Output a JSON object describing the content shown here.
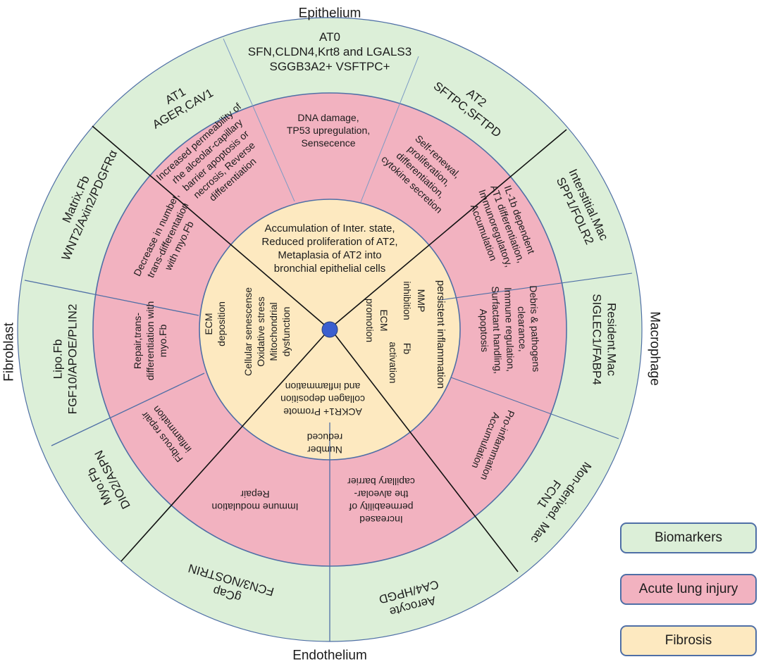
{
  "colors": {
    "biomarkers": "#dcefd8",
    "acute": "#f2b2c0",
    "fibrosis": "#fde9c0",
    "outline": "#4f6fa6",
    "center_dot": "#3b5fcf"
  },
  "groups": {
    "epithelium": "Epithelium",
    "macrophage": "Macrophage",
    "endothelium": "Endothelium",
    "fibroblast": "Fibroblast"
  },
  "outer": {
    "at0": [
      "AT0",
      "SFN,CLDN4,Krt8 and LGALS3",
      "SGGB3A2+  VSFTPC+"
    ],
    "at2": [
      "AT2",
      "SFTPC,SFTPD"
    ],
    "interstitial_mac": [
      "Interstitial.Mac",
      "SPP1/FOLR2"
    ],
    "resident_mac": [
      "Resident.Mac",
      "SIGLEC1/FABP4"
    ],
    "mon_mac": [
      "Mon-derived. Mac",
      "FCN1"
    ],
    "aerocyte": [
      "Aerocyte",
      "CA4/HPGD"
    ],
    "gcap": [
      "gCap",
      "FCN3/NOSTRIN"
    ],
    "myo_fb": [
      "Myo.Fb",
      "DIO2/ASPN"
    ],
    "lipo_fb": [
      "Lipo.Fb",
      "FGF10/APOE/PLIN2"
    ],
    "matrix_fb": [
      "Matrix.Fb",
      "WNT2/Axin2/PDGFRα"
    ],
    "at1": [
      "AT1",
      "AGER,CAV1"
    ]
  },
  "acute": {
    "at0": [
      "DNA  damage,",
      "TP53 upregulation,",
      "Sensecence"
    ],
    "at2": [
      "Self-renewal,",
      "proliferation,",
      "differentiation,",
      "cytokine secretion"
    ],
    "interstitial_mac": [
      "IL-1b dependent",
      "AT1 differentiation,",
      "Immunoregulatory,",
      "Accumulation"
    ],
    "resident_mac": [
      "Debris & pathogens",
      "clearance,",
      "Immune regulation,",
      "Surfactant handling,",
      "Apoptosis"
    ],
    "mon_mac": [
      "Pro-inflammation",
      "Accumulation"
    ],
    "aerocyte": [
      "Increased",
      "permeability of",
      "the alveolar-",
      "capillary barrier"
    ],
    "gcap": [
      "Immune modulation",
      "Repair"
    ],
    "myo_fb": [
      "Fibrous repair",
      "inflammation"
    ],
    "lipo_fb": [
      "Repair,trans-",
      "differentiation with",
      "myo.Fb"
    ],
    "matrix_fb": [
      "Decrease in number,",
      "trans-differentation",
      "with myo.Fb"
    ],
    "at1": [
      "Increased permeability of",
      "rhe alceolar-capillary",
      "barrier apoptosis or",
      "necrosis, Reverse",
      "differentiation"
    ]
  },
  "fibrosis": {
    "epithelium": [
      "Accumulation of Inter. state,",
      "Reduced proliferation of AT2,",
      "Metaplasia of AT2 into",
      "bronchial epithelial cells"
    ],
    "macrophage_outer": [
      "persistent inflammation"
    ],
    "macrophage_inner": [
      "MMP",
      "inhibition",
      "ECM",
      "promotion",
      "Fb",
      "activation"
    ],
    "endothelium_aerocyte": [
      "Number",
      "reduced"
    ],
    "endothelium_gcap": [
      "ACKR1+ Promote",
      "collagen deposition",
      "and inflammation"
    ],
    "fibroblast_inner": [
      "Cellular senescense",
      "Oxidative stress",
      "Mitochondrial",
      "dysfunction"
    ],
    "fibroblast_outer": [
      "ECM",
      "deposition"
    ]
  },
  "legend": {
    "biomarkers": "Biomarkers",
    "acute": "Acute lung injury",
    "fibrosis": "Fibrosis"
  }
}
